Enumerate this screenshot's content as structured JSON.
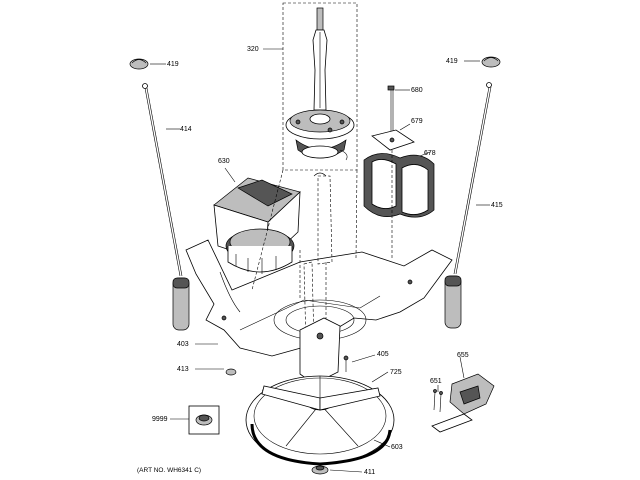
{
  "art_number": "(ART NO. WH6341 C)",
  "callouts": {
    "p320": "320",
    "p419_left": "419",
    "p419_right": "419",
    "p414": "414",
    "p415": "415",
    "p630": "630",
    "p680": "680",
    "p679": "679",
    "p678": "678",
    "p403": "403",
    "p413": "413",
    "p405": "405",
    "p725": "725",
    "p655": "655",
    "p651": "651",
    "p9999": "9999",
    "p603": "603",
    "p411": "411"
  }
}
